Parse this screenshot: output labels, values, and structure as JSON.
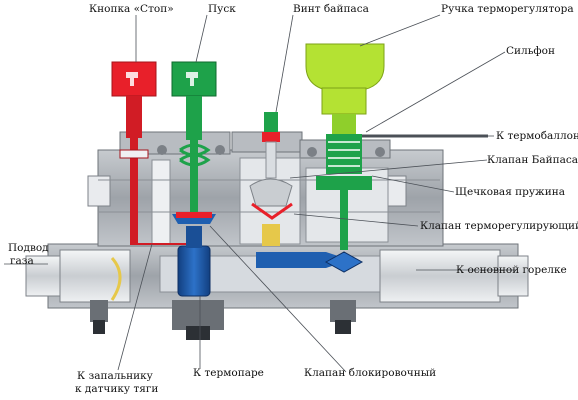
{
  "labels": {
    "stop_button": "Кнопка «Стоп»",
    "start": "Пуск",
    "bypass_screw": "Винт байпаса",
    "thermostat_knob": "Ручка терморегулятора",
    "bellows": "Сильфон",
    "to_thermobulb": "К термобаллону",
    "bypass_valve": "Клапан Байпаса",
    "cheek_spring": "Щечковая пружина",
    "thermo_valve": "Клапан терморегулирующий",
    "gas_inlet_line1": "Подвод",
    "gas_inlet_line2": "газа",
    "to_main_burner": "К основной горелке",
    "to_pilot_line1": "К запальнику",
    "to_pilot_line2": "к датчику тяги",
    "to_thermocouple": "К термопаре",
    "lock_valve": "Клапан блокировочный"
  },
  "colors": {
    "stop": "#e8202a",
    "start": "#1ea24a",
    "knob": "#b4e233",
    "valve_blue": "#1f5fb0",
    "body_gray": "#a9adb2",
    "body_dark": "#5a5f66",
    "cavity": "#dfe3e8"
  }
}
